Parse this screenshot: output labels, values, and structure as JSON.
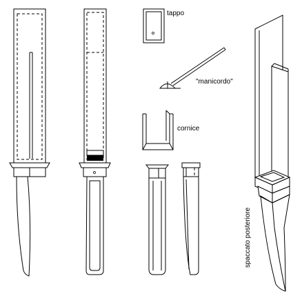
{
  "labels": {
    "tappo": "tappo",
    "manicordo": "\"manicordo\"",
    "cornice": "cornice",
    "spaccato": "spaccato posteriore"
  }
}
